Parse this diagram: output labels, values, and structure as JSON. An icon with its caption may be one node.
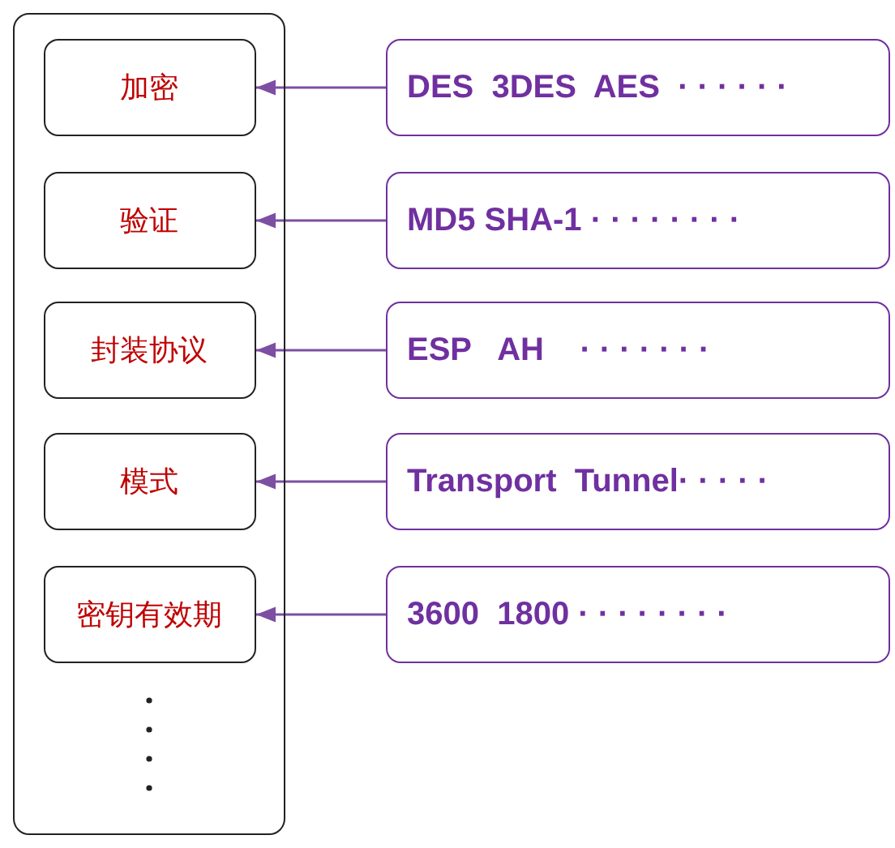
{
  "diagram": {
    "nodes": [
      {
        "text": [],
        "shape": "box"
      },
      {
        "text": [
          "加密"
        ],
        "in": 0
      },
      {
        "text": [
          "验证"
        ],
        "in": 0
      },
      {
        "text": [
          "封装协议"
        ],
        "in": 0
      },
      {
        "text": [
          "模式"
        ],
        "in": 0
      },
      {
        "text": [
          "密钥有效期"
        ],
        "in": 0
      },
      {
        "text": [
          "DES  3DES  AES  · · · · · ·"
        ]
      },
      {
        "text": [
          "MD5 SHA-1 · · · · · · · ·"
        ]
      },
      {
        "text": [
          "ESP   AH    · · · · · · ·"
        ]
      },
      {
        "text": [
          "Transport  Tunnel· · · · ·"
        ]
      },
      {
        "text": [
          "3600  1800 · · · · · · · ·"
        ]
      }
    ],
    "edges": [
      {
        "from": 6,
        "to": 1,
        "arrow": "to"
      },
      {
        "from": 7,
        "to": 2,
        "arrow": "to"
      },
      {
        "from": 8,
        "to": 3,
        "arrow": "to"
      },
      {
        "from": 9,
        "to": 4,
        "arrow": "to"
      },
      {
        "from": 10,
        "to": 5,
        "arrow": "to"
      }
    ]
  }
}
